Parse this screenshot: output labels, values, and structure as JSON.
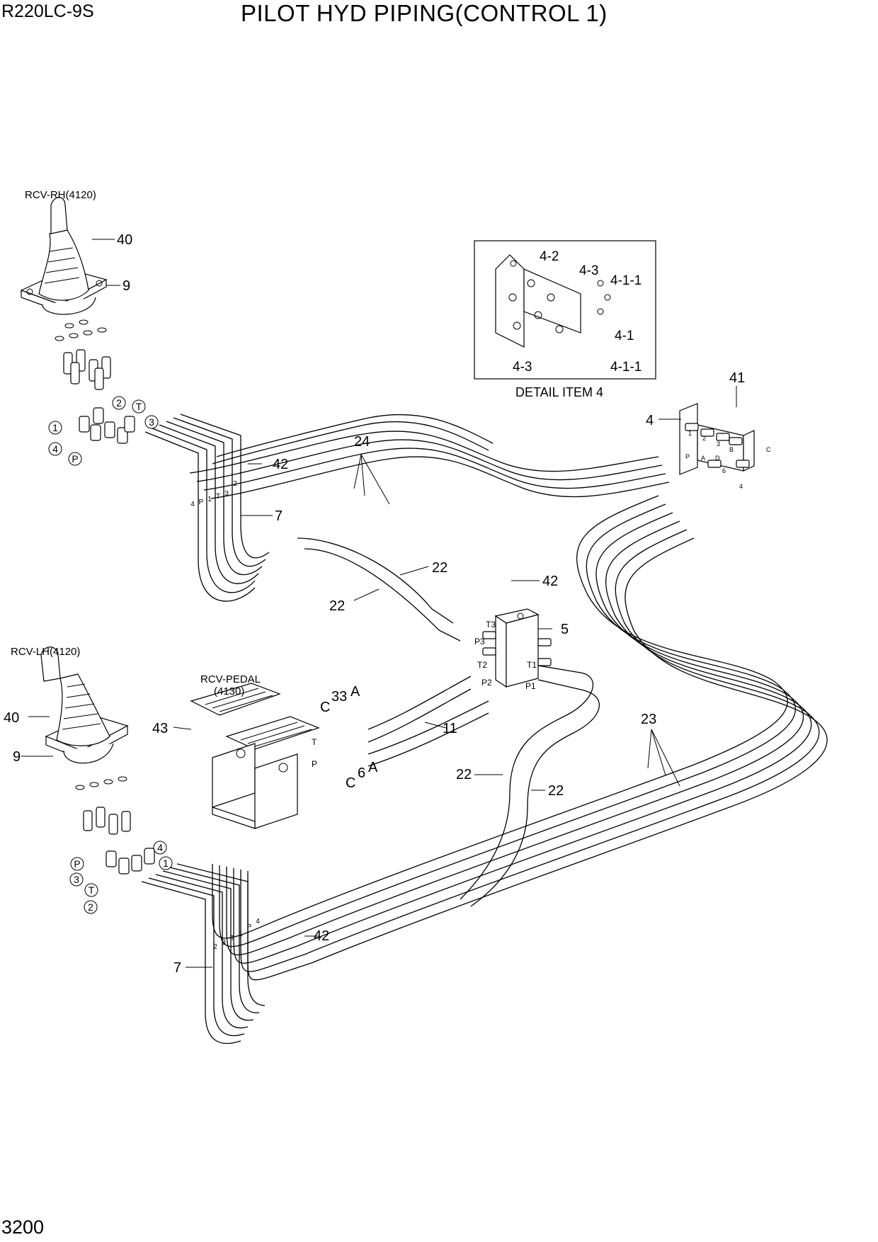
{
  "header": {
    "model": "R220LC-9S",
    "title": "PILOT HYD PIPING(CONTROL 1)"
  },
  "footer": {
    "page_number": "3200"
  },
  "components": {
    "rcv_rh": "RCV-RH(4120)",
    "rcv_lh": "RCV-LH(4120)",
    "rcv_pedal_1": "RCV-PEDAL",
    "rcv_pedal_2": "(4130)",
    "detail_caption": "DETAIL  ITEM 4"
  },
  "callouts": {
    "c40_top": "40",
    "c9_top": "9",
    "c24": "24",
    "c42_top": "42",
    "c7_top": "7",
    "c22_a": "22",
    "c22_b": "22",
    "c42_mid": "42",
    "c5": "5",
    "c41": "41",
    "c4": "4",
    "c40_bot": "40",
    "c9_bot": "9",
    "c43": "43",
    "c33": "33",
    "c11": "11",
    "c6": "6",
    "c22_c": "22",
    "c22_d": "22",
    "c23": "23",
    "c42_bot": "42",
    "c7_bot": "7",
    "cC_top": "C",
    "cA_top": "A",
    "cC_bot": "C",
    "cA_bot": "A"
  },
  "detail_callouts": {
    "d42": "4-2",
    "d43_top": "4-3",
    "d411_top": "4-1-1",
    "d41": "4-1",
    "d43_bot": "4-3",
    "d411_bot": "4-1-1"
  },
  "port_circles": {
    "rh_1": "1",
    "rh_2": "2",
    "rh_T": "T",
    "rh_3": "3",
    "rh_4": "4",
    "rh_P": "P",
    "lh_4": "4",
    "lh_P": "P",
    "lh_1": "1",
    "lh_3": "3",
    "lh_T": "T",
    "lh_2": "2"
  },
  "port_labels": {
    "T3": "T3",
    "P3": "P3",
    "T2": "T2",
    "P2": "P2",
    "T1": "T1",
    "P1": "P1",
    "pedal_T": "T",
    "pedal_P": "P"
  },
  "hose_markers": {
    "rh": [
      "4",
      "P",
      "1",
      "T",
      "3",
      "2"
    ],
    "lh": [
      "2",
      "3",
      "T",
      "1",
      "P",
      "4"
    ]
  },
  "block_marks": [
    "1",
    "2",
    "3",
    "P",
    "B",
    "D",
    "C",
    "A",
    "6",
    "4"
  ]
}
